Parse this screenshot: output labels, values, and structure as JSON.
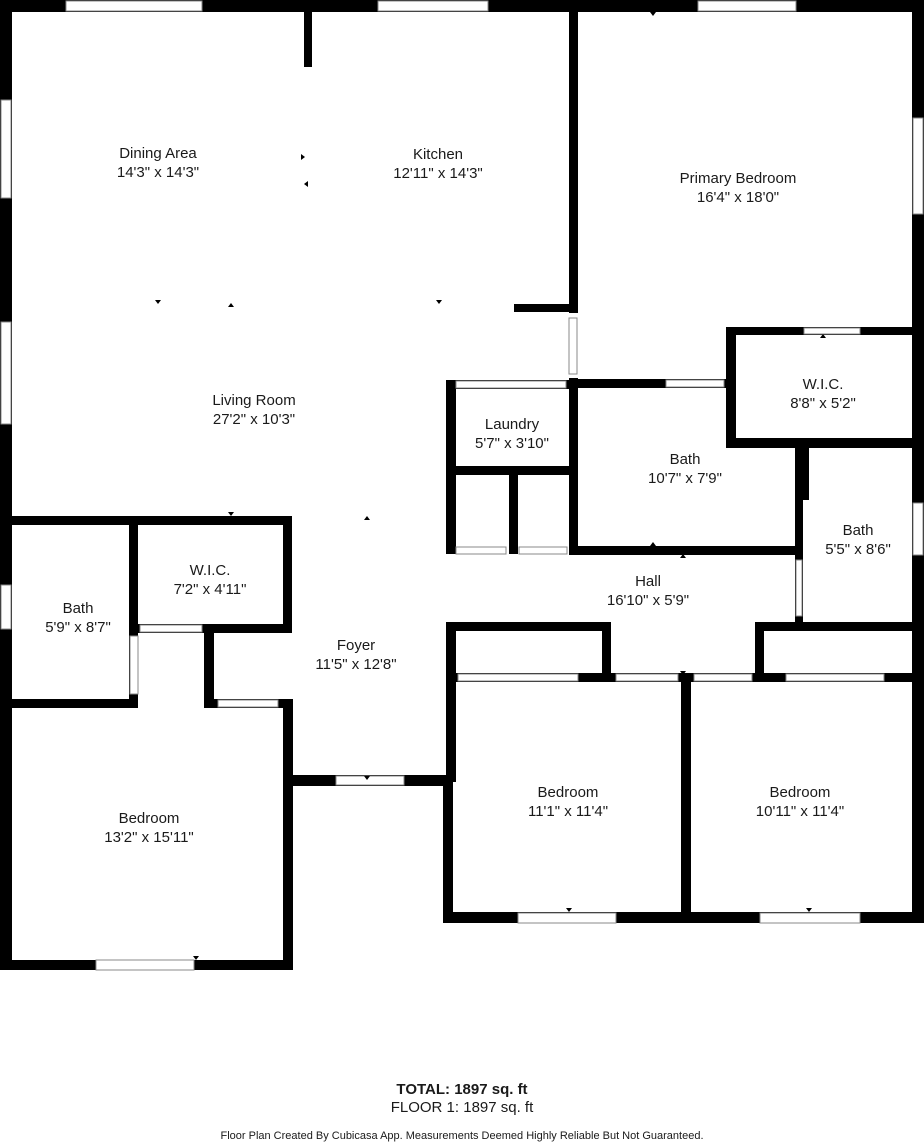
{
  "rooms": {
    "dining": {
      "name": "Dining Area",
      "size": "14'3\" x 14'3\""
    },
    "kitchen": {
      "name": "Kitchen",
      "size": "12'11\" x 14'3\""
    },
    "primary_bedroom": {
      "name": "Primary Bedroom",
      "size": "16'4\" x 18'0\""
    },
    "living": {
      "name": "Living Room",
      "size": "27'2\" x 10'3\""
    },
    "laundry": {
      "name": "Laundry",
      "size": "5'7\" x 3'10\""
    },
    "primary_wic": {
      "name": "W.I.C.",
      "size": "8'8\" x 5'2\""
    },
    "primary_bath": {
      "name": "Bath",
      "size": "10'7\" x 7'9\""
    },
    "hall_bath": {
      "name": "Bath",
      "size": "5'5\" x 8'6\""
    },
    "west_bath": {
      "name": "Bath",
      "size": "5'9\" x 8'7\""
    },
    "west_wic": {
      "name": "W.I.C.",
      "size": "7'2\" x 4'11\""
    },
    "hall": {
      "name": "Hall",
      "size": "16'10\" x 5'9\""
    },
    "foyer": {
      "name": "Foyer",
      "size": "11'5\" x 12'8\""
    },
    "bedroom_west": {
      "name": "Bedroom",
      "size": "13'2\" x 15'11\""
    },
    "bedroom_mid": {
      "name": "Bedroom",
      "size": "11'1\" x 11'4\""
    },
    "bedroom_east": {
      "name": "Bedroom",
      "size": "10'11\" x 11'4\""
    }
  },
  "footer": {
    "total": "TOTAL: 1897 sq. ft",
    "floor": "FLOOR 1: 1897 sq. ft",
    "disclaimer": "Floor Plan Created By Cubicasa App. Measurements Deemed Highly Reliable But Not Guaranteed."
  },
  "colors": {
    "wall": "#000000",
    "window": "#ffffff",
    "window_frame": "#888888",
    "background": "#ffffff"
  }
}
